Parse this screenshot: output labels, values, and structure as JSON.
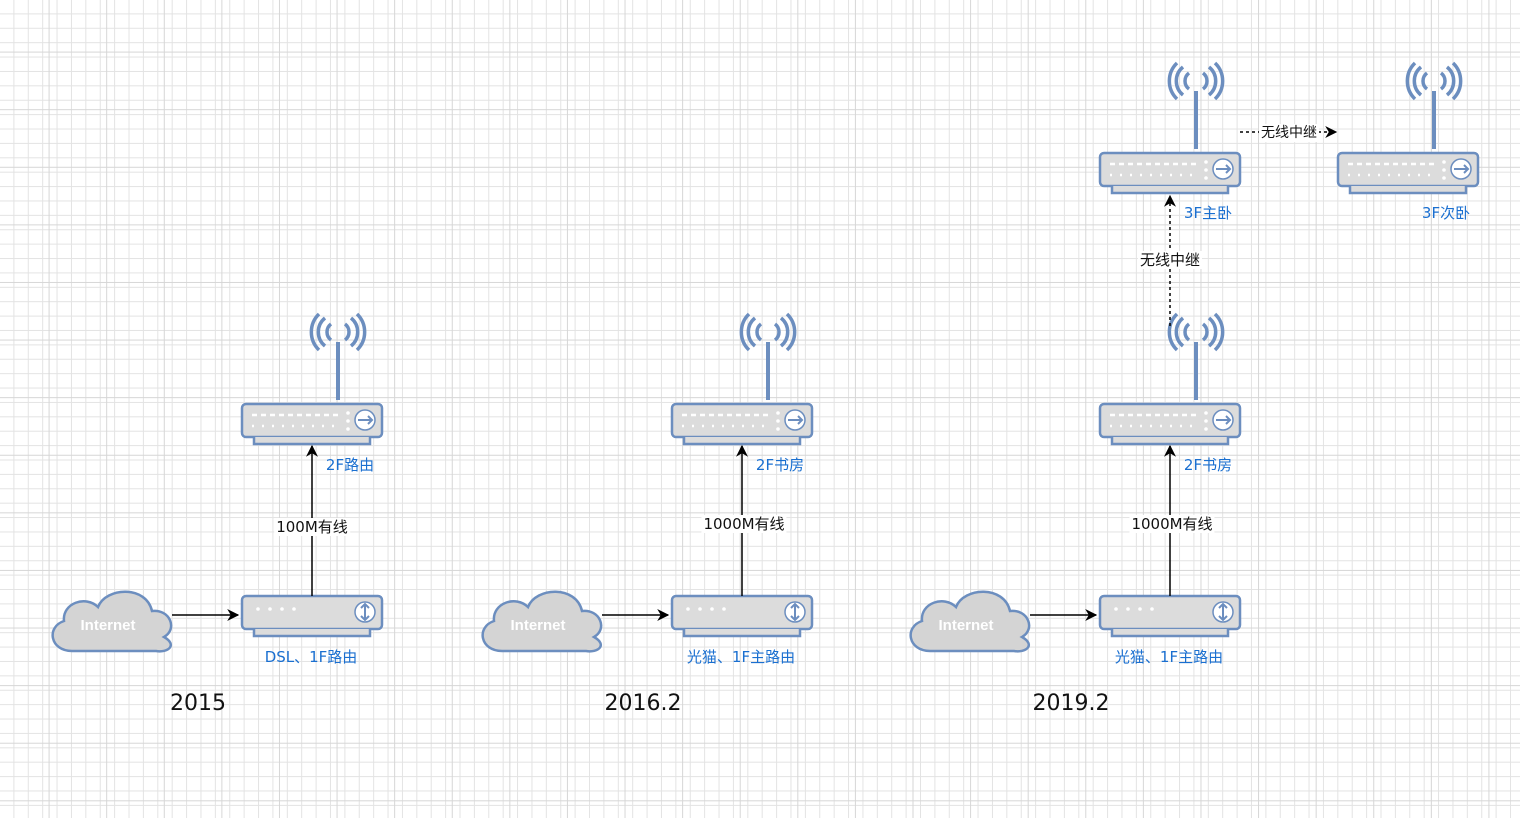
{
  "eras": [
    {
      "year": "2015",
      "internet_label": "Internet",
      "modem_label": "DSL、1F路由",
      "link_label": "100M有线",
      "router_label": "2F路由"
    },
    {
      "year": "2016.2",
      "internet_label": "Internet",
      "modem_label": "光猫、1F主路由",
      "link_label": "1000M有线",
      "router_label": "2F书房"
    },
    {
      "year": "2019.2",
      "internet_label": "Internet",
      "modem_label": "光猫、1F主路由",
      "link_label": "1000M有线",
      "router_label": "2F书房",
      "relay_up_label": "无线中继",
      "router3_label": "3F主卧",
      "relay_side_label": "无线中继",
      "router4_label": "3F次卧"
    }
  ],
  "colors": {
    "device_fill": "#dcdcdc",
    "device_stroke": "#6c8ebf",
    "label_blue": "#1a6fd0",
    "cloud_fill": "#d4d4d4"
  },
  "icons": [
    "cloud-icon",
    "modem-icon",
    "wireless-router-icon",
    "arrow-right-icon",
    "updown-arrows-icon"
  ]
}
